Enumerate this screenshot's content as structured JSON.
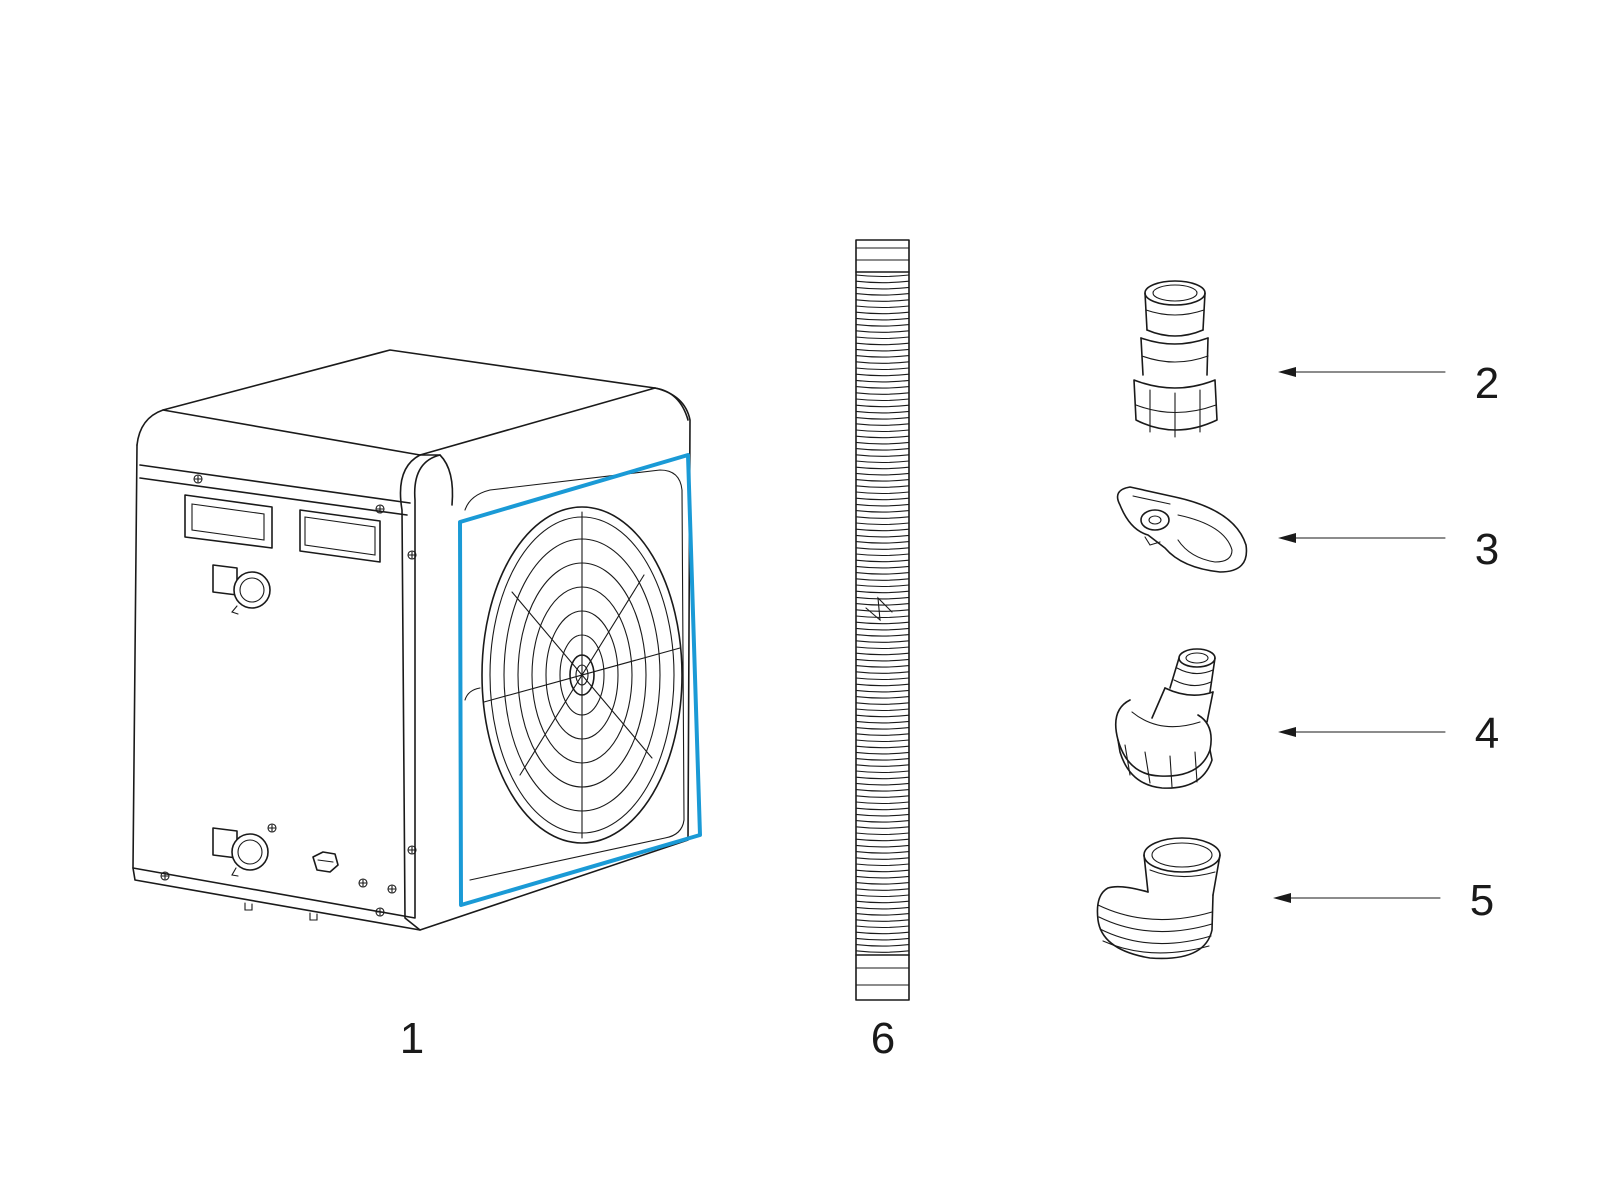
{
  "colors": {
    "line": "#1a1a1a",
    "highlight": "#1a9ad6",
    "background": "#ffffff"
  },
  "callouts": {
    "heat_pump": "1",
    "hose_adapter_a": "2",
    "hose_clamp": "3",
    "hose_adapter_b": "4",
    "hose_adapter_c": "5",
    "hose": "6"
  }
}
